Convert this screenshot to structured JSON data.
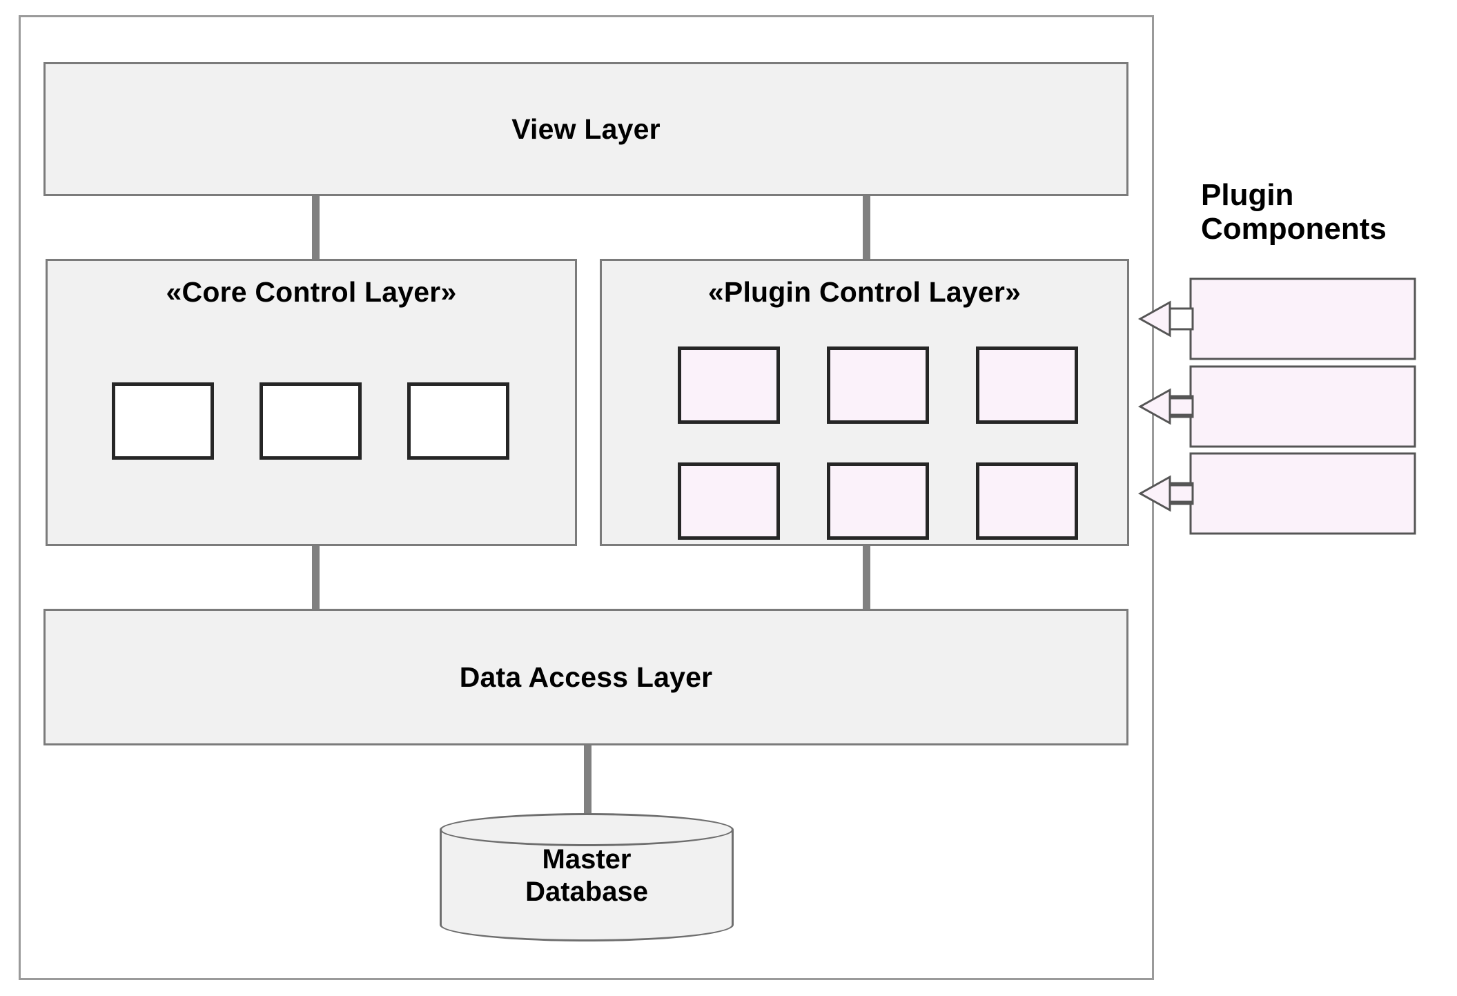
{
  "diagram": {
    "title": "Layered Plugin Architecture",
    "colors": {
      "layer_fill": "#f1f1f1",
      "layer_border": "#7b7b7b",
      "frame_border": "#9a9a9a",
      "connector": "#808080",
      "core_module_fill": "#ffffff",
      "plugin_module_fill": "#fbf2fa",
      "module_border": "#262626",
      "text": "#000000"
    }
  },
  "system": {
    "frame_label": "system-boundary"
  },
  "layers": {
    "view": {
      "title": "View Layer"
    },
    "core_control": {
      "title": "«Core Control Layer»",
      "modules": [
        {
          "name": "core-module-1"
        },
        {
          "name": "core-module-2"
        },
        {
          "name": "core-module-3"
        }
      ]
    },
    "plugin_control": {
      "title": "«Plugin Control Layer»",
      "modules": [
        {
          "name": "plugin-module-1"
        },
        {
          "name": "plugin-module-2"
        },
        {
          "name": "plugin-module-3"
        },
        {
          "name": "plugin-module-4"
        },
        {
          "name": "plugin-module-5"
        },
        {
          "name": "plugin-module-6"
        }
      ]
    },
    "data_access": {
      "title": "Data Access Layer"
    }
  },
  "database": {
    "label": "Master\nDatabase",
    "shape": "cylinder"
  },
  "plugin_components": {
    "title": "Plugin\nComponents",
    "items": [
      {
        "name": "plugin-component-1"
      },
      {
        "name": "plugin-component-2"
      },
      {
        "name": "plugin-component-3"
      }
    ]
  },
  "connectors": [
    {
      "name": "view-to-core-control",
      "orientation": "vertical"
    },
    {
      "name": "view-to-plugin-control",
      "orientation": "vertical"
    },
    {
      "name": "core-control-to-data-access",
      "orientation": "vertical"
    },
    {
      "name": "plugin-control-to-data-access",
      "orientation": "vertical"
    },
    {
      "name": "data-access-to-master-database",
      "orientation": "vertical"
    }
  ]
}
